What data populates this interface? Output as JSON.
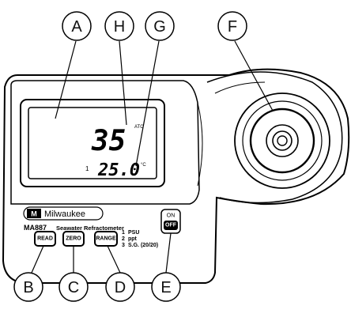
{
  "callouts": {
    "A": "A",
    "B": "B",
    "C": "C",
    "D": "D",
    "E": "E",
    "F": "F",
    "G": "G",
    "H": "H"
  },
  "display": {
    "main_reading": "35",
    "atc": "ATC",
    "range_indicator": "1",
    "temperature": "25.0",
    "temp_unit": "°C"
  },
  "brand": {
    "logo_mark": "M",
    "name": "Milwaukee",
    "model": "MA887",
    "model_desc": "Seawater Refractometer"
  },
  "buttons": {
    "read": "READ",
    "zero": "ZERO",
    "range": "RANGE",
    "on": "ON",
    "off": "OFF"
  },
  "ranges": [
    {
      "num": "1",
      "label": "PSU"
    },
    {
      "num": "2",
      "label": "ppt"
    },
    {
      "num": "3",
      "label": "S.G. (20/20)"
    }
  ]
}
